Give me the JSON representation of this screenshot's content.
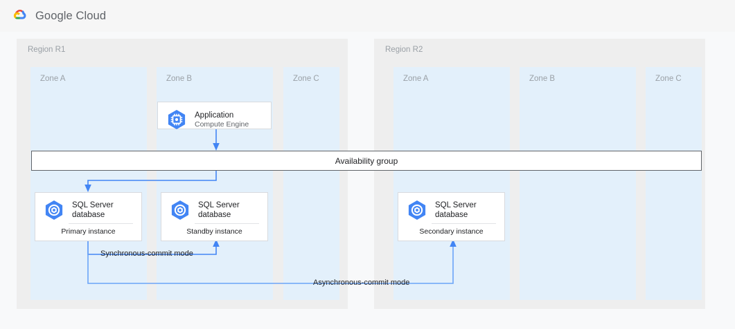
{
  "header": {
    "brand_google": "Google",
    "brand_cloud": "Cloud",
    "logo_icon": "google-cloud-logo-icon",
    "colors": {
      "red": "#ea4335",
      "yellow": "#fbbc04",
      "green": "#34a853",
      "blue": "#4285f4",
      "accent_connector": "#4285f4",
      "zone_fill": "#e3f0fb",
      "region_fill": "#eeeeee",
      "stage_fill": "#f8f9fa"
    }
  },
  "diagram": {
    "regions": [
      {
        "label": "Region R1",
        "zones": [
          {
            "label": "Zone A"
          },
          {
            "label": "Zone B"
          },
          {
            "label": "Zone C"
          }
        ]
      },
      {
        "label": "Region R2",
        "zones": [
          {
            "label": "Zone A"
          },
          {
            "label": "Zone B"
          },
          {
            "label": "Zone C"
          }
        ]
      }
    ],
    "availability_group": {
      "label": "Availability group"
    },
    "nodes": {
      "application": {
        "title": "Application",
        "subtitle": "Compute Engine",
        "icon": "compute-engine-icon"
      },
      "primary_db": {
        "title_line1": "SQL Server",
        "title_line2": "database",
        "footer": "Primary instance",
        "icon": "sql-server-database-icon"
      },
      "standby_db": {
        "title_line1": "SQL Server",
        "title_line2": "database",
        "footer": "Standby instance",
        "icon": "sql-server-database-icon"
      },
      "secondary_db": {
        "title_line1": "SQL Server",
        "title_line2": "database",
        "footer": "Secondary instance",
        "icon": "sql-server-database-icon"
      }
    },
    "edges": [
      {
        "label": "Synchronous-commit mode"
      },
      {
        "label": "Asynchronous-commit mode"
      }
    ]
  }
}
